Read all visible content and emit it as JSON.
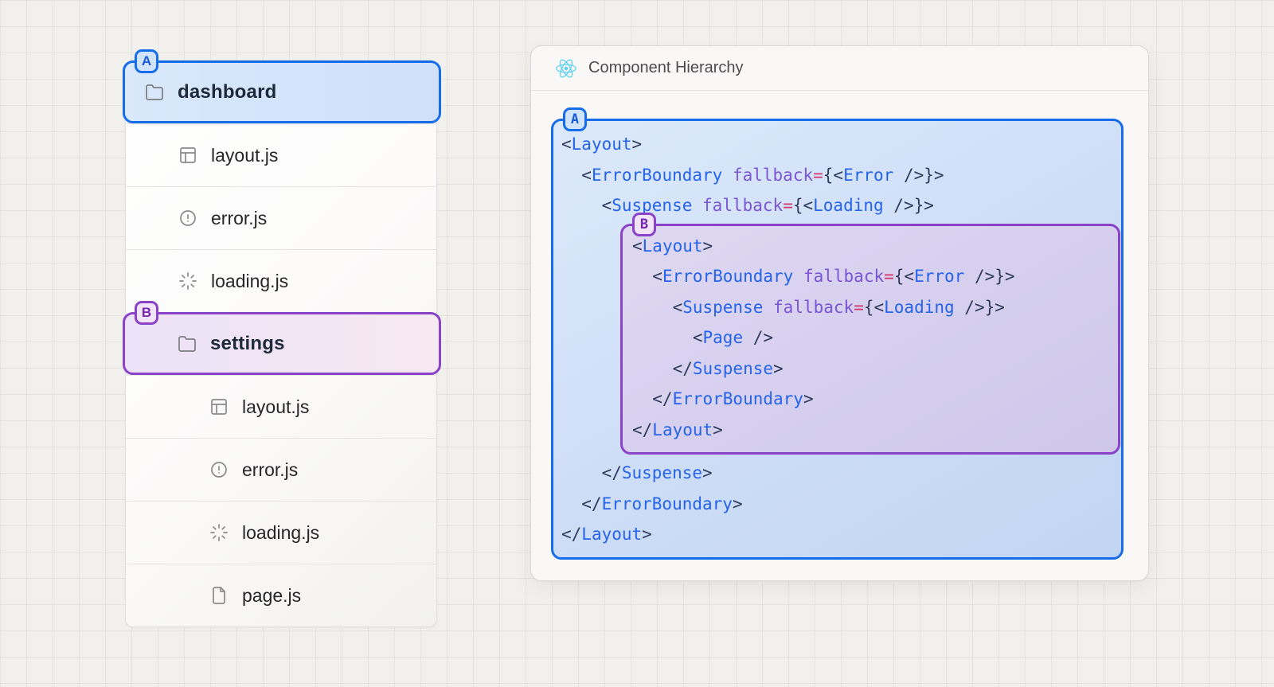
{
  "colors": {
    "accent_blue": "#176de9",
    "accent_purple": "#8a42c8",
    "badge_blue_bg": "#cfe3fb",
    "badge_purple_bg": "#f0e3fa",
    "code_tag": "#2563eb",
    "code_punctuation": "#303b5c",
    "code_attribute": "#7a55d4",
    "code_equals": "#d6336c",
    "react_cyan": "#5ed0f2"
  },
  "file_tree": {
    "rows": [
      {
        "label": "dashboard",
        "type": "folder",
        "icon": "folder-icon",
        "level": 0,
        "badge": "A",
        "highlight": "blue"
      },
      {
        "label": "layout.js",
        "type": "file",
        "icon": "layout-icon",
        "level": 1
      },
      {
        "label": "error.js",
        "type": "file",
        "icon": "alert-circle-icon",
        "level": 1
      },
      {
        "label": "loading.js",
        "type": "file",
        "icon": "loader-icon",
        "level": 1
      },
      {
        "label": "settings",
        "type": "folder",
        "icon": "folder-icon",
        "level": 1,
        "badge": "B",
        "highlight": "purple"
      },
      {
        "label": "layout.js",
        "type": "file",
        "icon": "layout-icon",
        "level": 2
      },
      {
        "label": "error.js",
        "type": "file",
        "icon": "alert-circle-icon",
        "level": 2
      },
      {
        "label": "loading.js",
        "type": "file",
        "icon": "loader-icon",
        "level": 2
      },
      {
        "label": "page.js",
        "type": "file",
        "icon": "file-icon",
        "level": 2
      }
    ]
  },
  "panel": {
    "title": "Component Hierarchy",
    "icon": "react-icon"
  },
  "code": {
    "box_a": {
      "badge": "A",
      "lines_before": [
        [
          {
            "c": "punc",
            "t": "<"
          },
          {
            "c": "tag",
            "t": "Layout"
          },
          {
            "c": "punc",
            "t": ">"
          }
        ],
        [
          {
            "c": "punc",
            "t": "  <"
          },
          {
            "c": "tag",
            "t": "ErrorBoundary"
          },
          {
            "c": "plain",
            "t": " "
          },
          {
            "c": "attr",
            "t": "fallback"
          },
          {
            "c": "eq",
            "t": "="
          },
          {
            "c": "punc",
            "t": "{<"
          },
          {
            "c": "tag",
            "t": "Error"
          },
          {
            "c": "punc",
            "t": " />}>"
          }
        ],
        [
          {
            "c": "punc",
            "t": "    <"
          },
          {
            "c": "tag",
            "t": "Suspense"
          },
          {
            "c": "plain",
            "t": " "
          },
          {
            "c": "attr",
            "t": "fallback"
          },
          {
            "c": "eq",
            "t": "="
          },
          {
            "c": "punc",
            "t": "{<"
          },
          {
            "c": "tag",
            "t": "Loading"
          },
          {
            "c": "punc",
            "t": " />}>"
          }
        ]
      ],
      "lines_after": [
        [
          {
            "c": "punc",
            "t": "    </"
          },
          {
            "c": "tag",
            "t": "Suspense"
          },
          {
            "c": "punc",
            "t": ">"
          }
        ],
        [
          {
            "c": "punc",
            "t": "  </"
          },
          {
            "c": "tag",
            "t": "ErrorBoundary"
          },
          {
            "c": "punc",
            "t": ">"
          }
        ],
        [
          {
            "c": "punc",
            "t": "</"
          },
          {
            "c": "tag",
            "t": "Layout"
          },
          {
            "c": "punc",
            "t": ">"
          }
        ]
      ]
    },
    "box_b": {
      "badge": "B",
      "lines": [
        [
          {
            "c": "punc",
            "t": "<"
          },
          {
            "c": "tag",
            "t": "Layout"
          },
          {
            "c": "punc",
            "t": ">"
          }
        ],
        [
          {
            "c": "punc",
            "t": "  <"
          },
          {
            "c": "tag",
            "t": "ErrorBoundary"
          },
          {
            "c": "plain",
            "t": " "
          },
          {
            "c": "attr",
            "t": "fallback"
          },
          {
            "c": "eq",
            "t": "="
          },
          {
            "c": "punc",
            "t": "{<"
          },
          {
            "c": "tag",
            "t": "Error"
          },
          {
            "c": "punc",
            "t": " />}>"
          }
        ],
        [
          {
            "c": "punc",
            "t": "    <"
          },
          {
            "c": "tag",
            "t": "Suspense"
          },
          {
            "c": "plain",
            "t": " "
          },
          {
            "c": "attr",
            "t": "fallback"
          },
          {
            "c": "eq",
            "t": "="
          },
          {
            "c": "punc",
            "t": "{<"
          },
          {
            "c": "tag",
            "t": "Loading"
          },
          {
            "c": "punc",
            "t": " />}>"
          }
        ],
        [
          {
            "c": "punc",
            "t": "      <"
          },
          {
            "c": "tag",
            "t": "Page"
          },
          {
            "c": "punc",
            "t": " />"
          }
        ],
        [
          {
            "c": "punc",
            "t": "    </"
          },
          {
            "c": "tag",
            "t": "Suspense"
          },
          {
            "c": "punc",
            "t": ">"
          }
        ],
        [
          {
            "c": "punc",
            "t": "  </"
          },
          {
            "c": "tag",
            "t": "ErrorBoundary"
          },
          {
            "c": "punc",
            "t": ">"
          }
        ],
        [
          {
            "c": "punc",
            "t": "</"
          },
          {
            "c": "tag",
            "t": "Layout"
          },
          {
            "c": "punc",
            "t": ">"
          }
        ]
      ]
    }
  }
}
